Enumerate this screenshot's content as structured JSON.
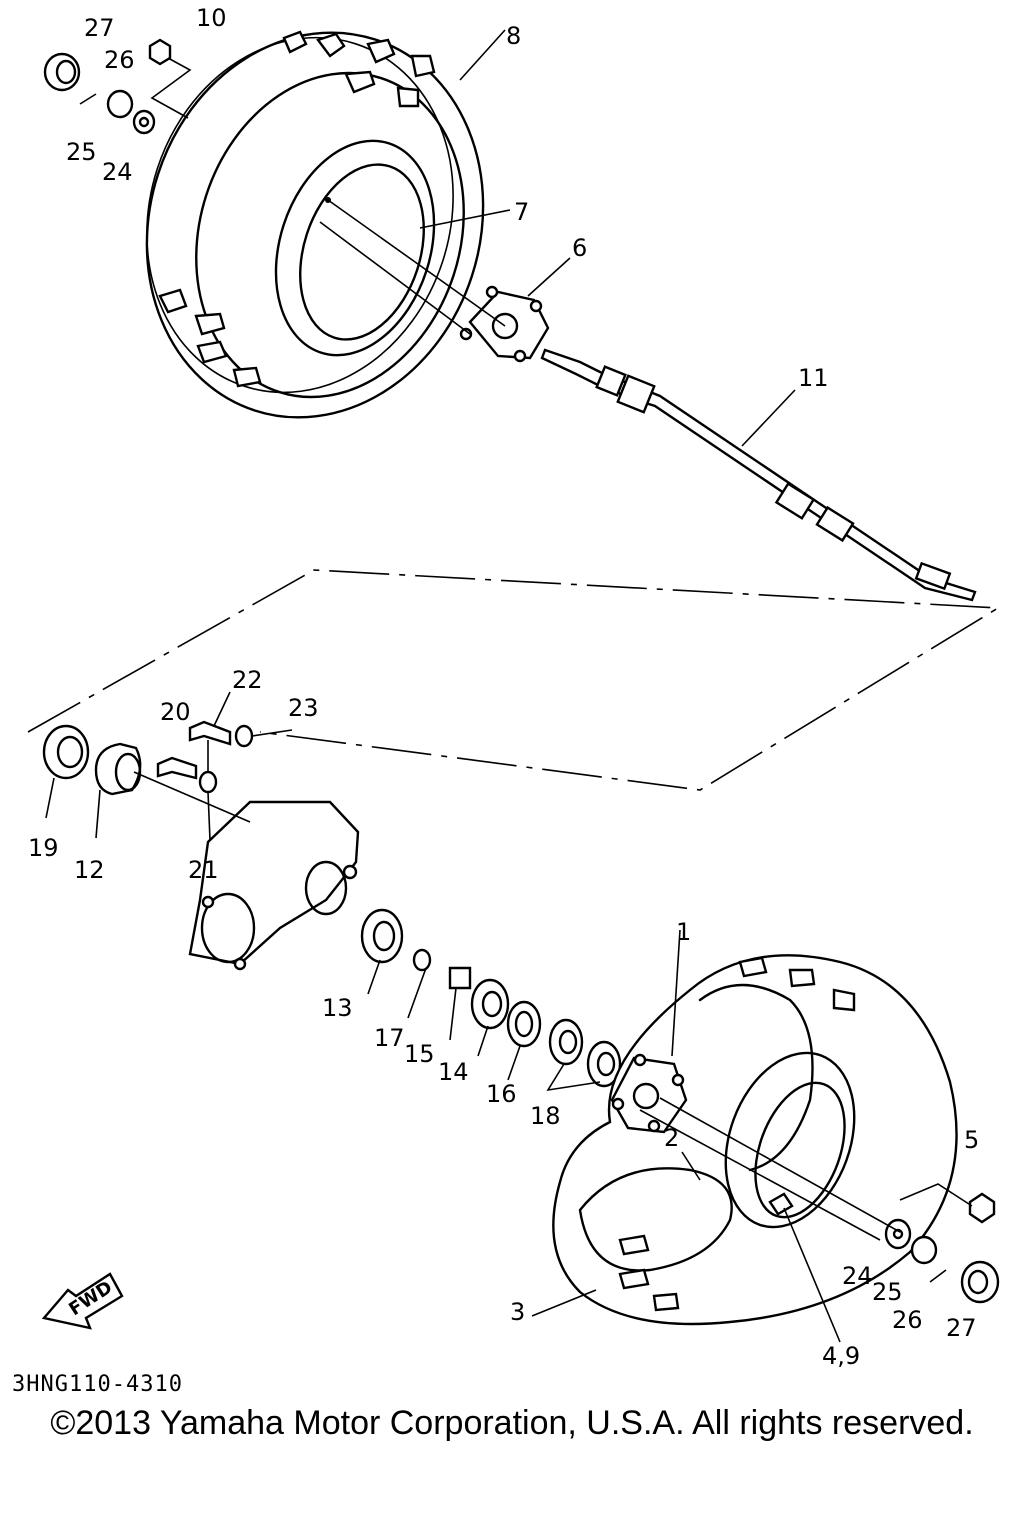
{
  "drawing_code": "3HNG110-4310",
  "copyright": "©2013 Yamaha Motor Corporation, U.S.A. All rights reserved.",
  "fwd_label": "FWD",
  "callouts": [
    {
      "id": "c27a",
      "label": "27"
    },
    {
      "id": "c10",
      "label": "10"
    },
    {
      "id": "c26a",
      "label": "26"
    },
    {
      "id": "c8",
      "label": "8"
    },
    {
      "id": "c25a",
      "label": "25"
    },
    {
      "id": "c24a",
      "label": "24"
    },
    {
      "id": "c7",
      "label": "7"
    },
    {
      "id": "c6",
      "label": "6"
    },
    {
      "id": "c11",
      "label": "11"
    },
    {
      "id": "c22",
      "label": "22"
    },
    {
      "id": "c20",
      "label": "20"
    },
    {
      "id": "c23",
      "label": "23"
    },
    {
      "id": "c19",
      "label": "19"
    },
    {
      "id": "c12",
      "label": "12"
    },
    {
      "id": "c21",
      "label": "21"
    },
    {
      "id": "c13",
      "label": "13"
    },
    {
      "id": "c17",
      "label": "17"
    },
    {
      "id": "c15",
      "label": "15"
    },
    {
      "id": "c14",
      "label": "14"
    },
    {
      "id": "c16",
      "label": "16"
    },
    {
      "id": "c18",
      "label": "18"
    },
    {
      "id": "c1",
      "label": "1"
    },
    {
      "id": "c2",
      "label": "2"
    },
    {
      "id": "c5",
      "label": "5"
    },
    {
      "id": "c24b",
      "label": "24"
    },
    {
      "id": "c25b",
      "label": "25"
    },
    {
      "id": "c26b",
      "label": "26"
    },
    {
      "id": "c27b",
      "label": "27"
    },
    {
      "id": "c3",
      "label": "3"
    },
    {
      "id": "c49",
      "label": "4,9"
    }
  ]
}
